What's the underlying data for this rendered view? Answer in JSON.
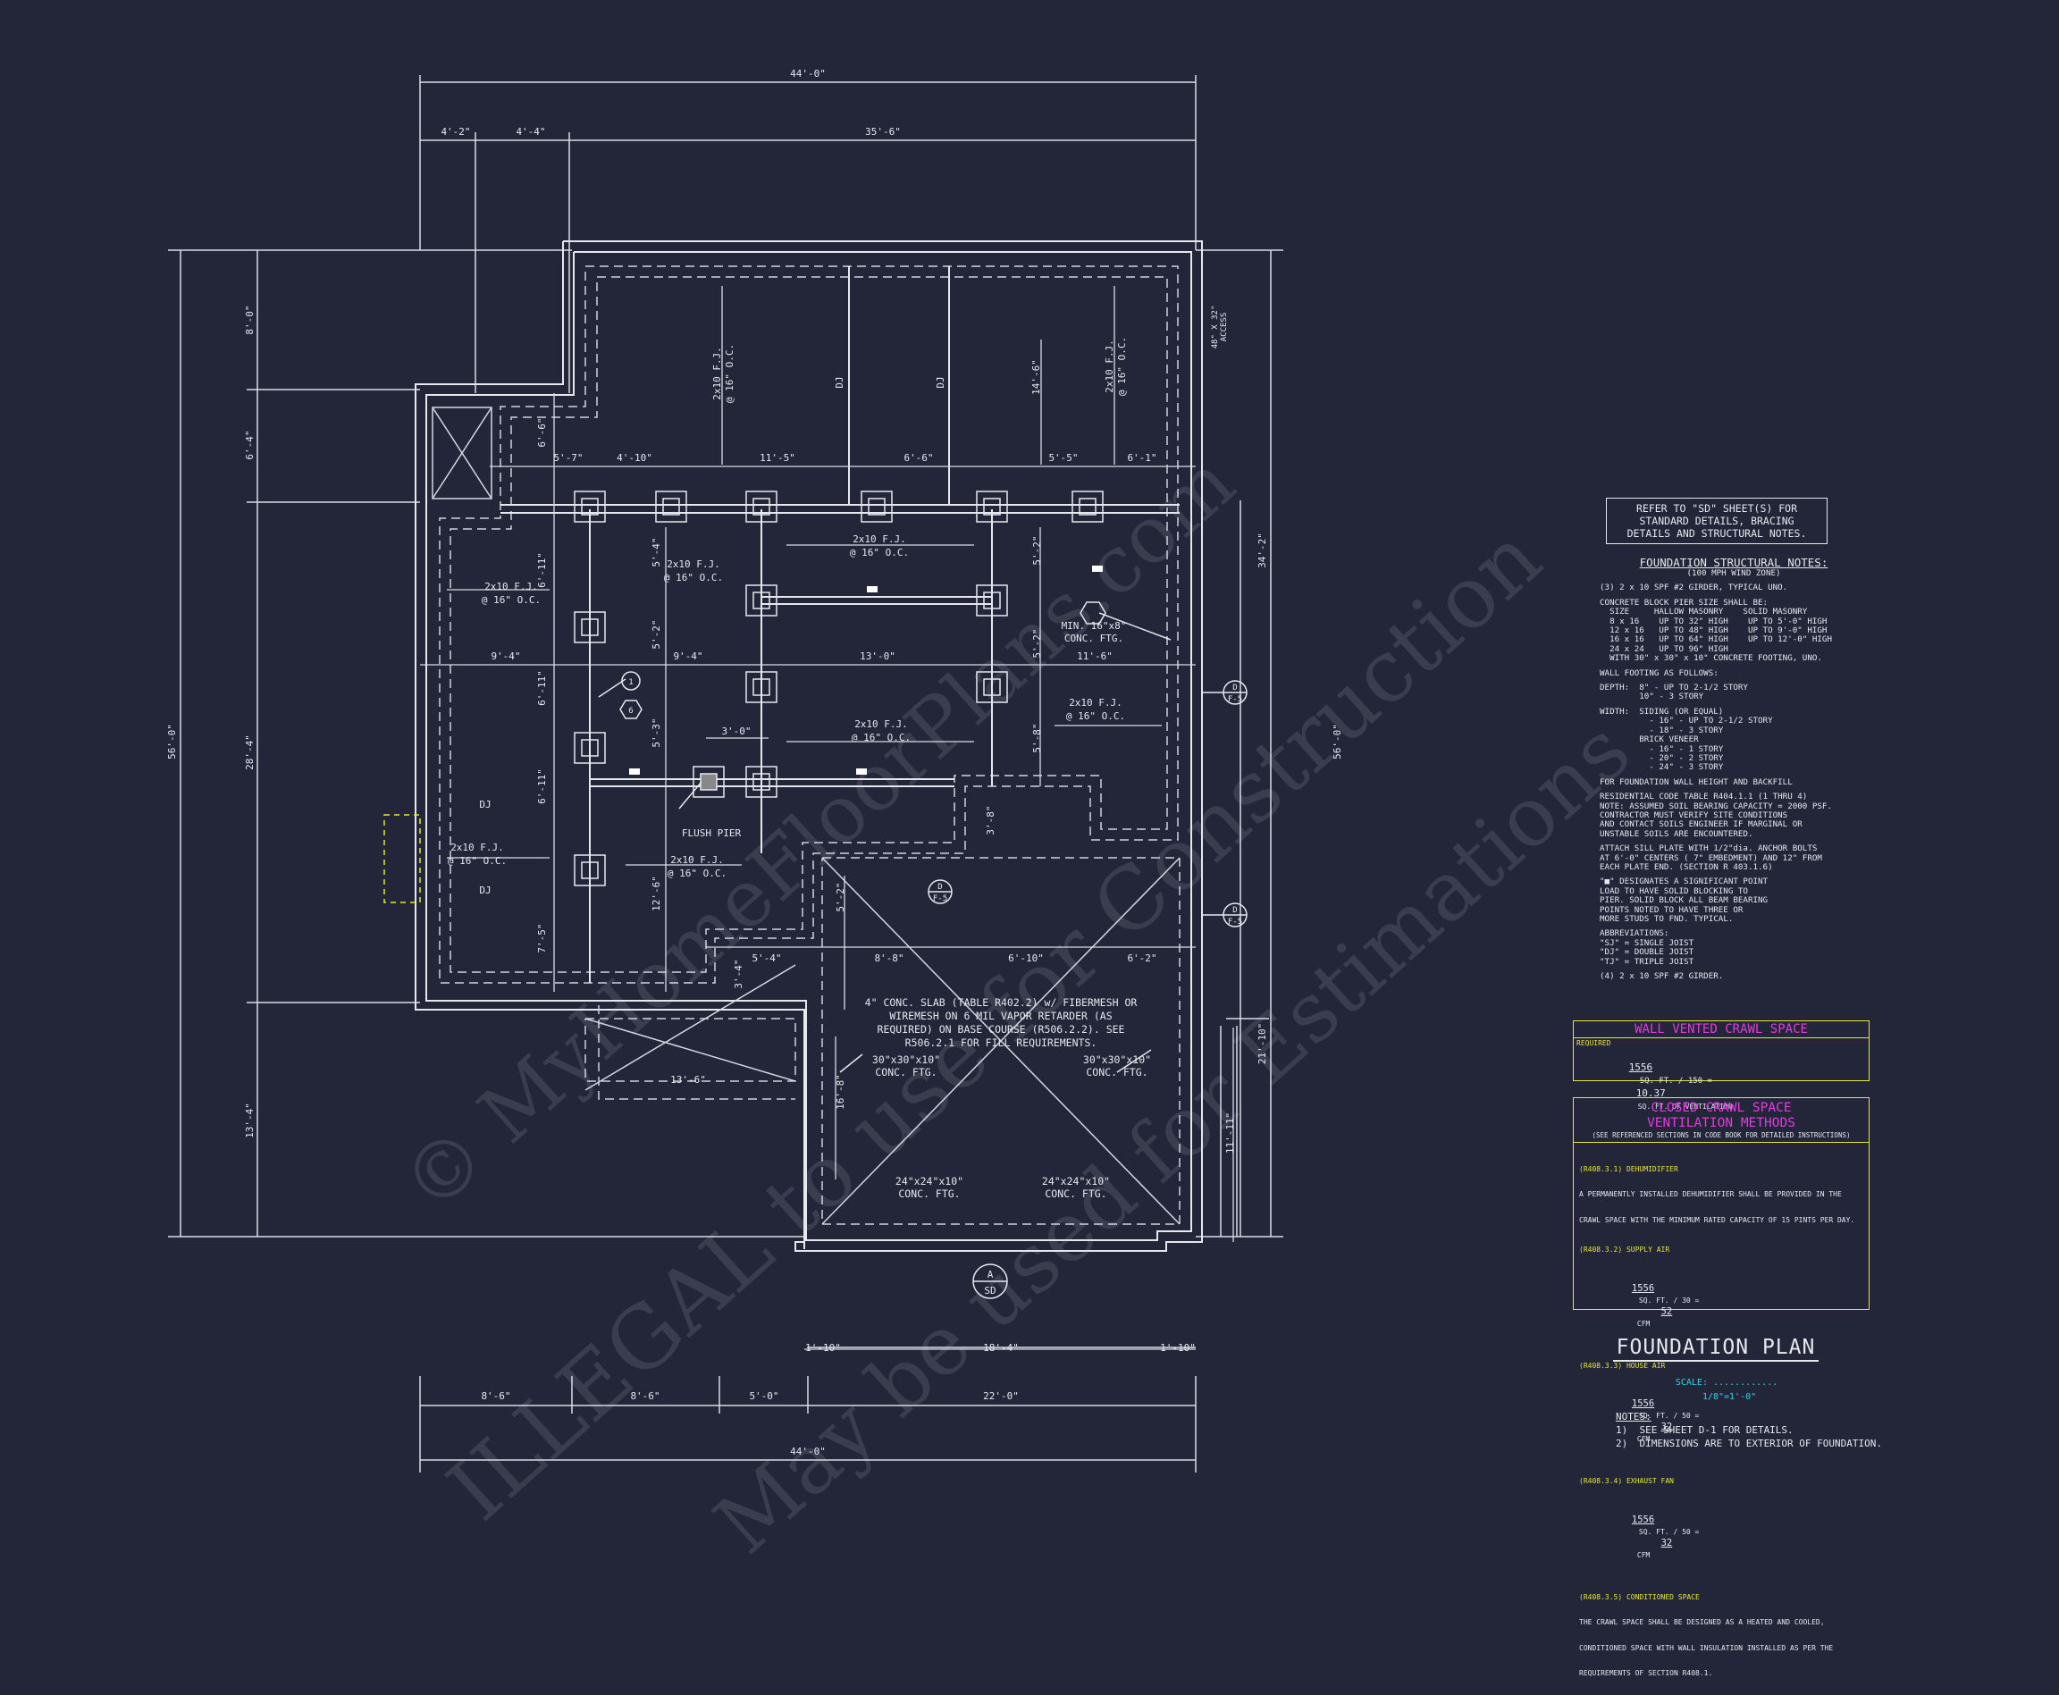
{
  "overall_dims": {
    "top": "44'-0\"",
    "bottom": "44'-0\"",
    "left": "56'-0\"",
    "right": "56'-0\""
  },
  "dims_top": [
    "4'-2\"",
    "4'-4\"",
    "35'-6\""
  ],
  "dims_bottom": [
    "8'-6\"",
    "8'-6\"",
    "5'-0\"",
    "22'-0\""
  ],
  "dims_left": [
    "8'-0\"",
    "6'-4\"",
    "28'-4\"",
    "13'-4\""
  ],
  "dims_right": [
    "34'-2\"",
    "21'-10\"",
    "11'-11\""
  ],
  "dims_interior": {
    "row1": [
      "5'-7\"",
      "4'-10\"",
      "11'-5\"",
      "6'-6\"",
      "5'-5\"",
      "6'-1\""
    ],
    "row2": [
      "9'-4\"",
      "9'-4\"",
      "13'-0\"",
      "11'-6\""
    ],
    "row3": [
      "8'-8\"",
      "6'-10\"",
      "6'-2\""
    ],
    "garage_bottom": [
      "1'-10\"",
      "18'-4\"",
      "1'-10\""
    ],
    "vertical": [
      "6'-6\"",
      "6'-11\"",
      "6'-11\"",
      "6'-11\"",
      "7'-5\"",
      "5'-4\"",
      "5'-2\"",
      "5'-3\"",
      "12'-6\"",
      "3'-0\"",
      "5'-2\"",
      "5'-2\"",
      "5'-8\"",
      "3'-8\"",
      "5'-2\"",
      "14'-6\"",
      "3'-4\"",
      "5'-4\"",
      "13'-6\"",
      "16'-8\""
    ]
  },
  "joists": {
    "fj_label": "2x10 F.J.",
    "oc_label": "@ 16\" O.C.",
    "dj": "DJ",
    "access": "48\" X 32\"",
    "access_sub": "ACCESS",
    "flush_pier": "FLUSH PIER",
    "footing": "MIN. 16\"x8\"",
    "footing_sub": "CONC. FTG."
  },
  "slab_note": [
    "4\" CONC. SLAB (TABLE R402.2) w/ FIBERMESH OR",
    "WIREMESH ON 6 MIL VAPOR RETARDER (AS",
    "REQUIRED) ON BASE COURSE (R506.2.2). SEE",
    "R506.2.1 FOR FILL REQUIREMENTS."
  ],
  "ftg_labels": {
    "a": "30\"x30\"x10\"",
    "b": "24\"x24\"x10\"",
    "conc": "CONC. FTG."
  },
  "section_marks": {
    "d": "D",
    "f5": "F-5",
    "a": "A",
    "sd": "SD",
    "one": "1",
    "six": "6"
  },
  "refer_box": [
    "REFER TO \"SD\" SHEET(S) FOR",
    "STANDARD DETAILS, BRACING",
    "DETAILS AND STRUCTURAL NOTES."
  ],
  "structural_notes": {
    "title": "FOUNDATION STRUCTURAL NOTES:",
    "subtitle": "(100 MPH WIND ZONE)",
    "lines": [
      "(3) 2 x 10 SPF #2 GIRDER, TYPICAL UNO.",
      "CONCRETE BLOCK PIER SIZE SHALL BE:",
      "  SIZE     HALLOW MASONRY    SOLID MASONRY",
      "  8 x 16    UP TO 32\" HIGH    UP TO 5'-0\" HIGH",
      "  12 x 16   UP TO 48\" HIGH    UP TO 9'-0\" HIGH",
      "  16 x 16   UP TO 64\" HIGH    UP TO 12'-0\" HIGH",
      "  24 x 24   UP TO 96\" HIGH",
      "  WITH 30\" x 30\" x 10\" CONCRETE FOOTING, UNO.",
      "WALL FOOTING AS FOLLOWS:",
      "DEPTH:  8\" - UP TO 2-1/2 STORY",
      "        10\" - 3 STORY",
      "WIDTH:  SIDING (OR EQUAL)",
      "          - 16\" - UP TO 2-1/2 STORY",
      "          - 18\" - 3 STORY",
      "        BRICK VENEER",
      "          - 16\" - 1 STORY",
      "          - 20\" - 2 STORY",
      "          - 24\" - 3 STORY",
      "FOR FOUNDATION WALL HEIGHT AND BACKFILL",
      "RESIDENTIAL CODE TABLE R404.1.1 (1 THRU 4)",
      "NOTE: ASSUMED SOIL BEARING CAPACITY = 2000 PSF.",
      "CONTRACTOR MUST VERIFY SITE CONDITIONS",
      "AND CONTACT SOILS ENGINEER IF MARGINAL OR",
      "UNSTABLE SOILS ARE ENCOUNTERED.",
      "ATTACH SILL PLATE WITH 1/2\"dia. ANCHOR BOLTS",
      "AT 6'-0\" CENTERS ( 7\" EMBEDMENT) AND 12\" FROM",
      "EACH PLATE END. (SECTION R 403.1.6)",
      "\"■\" DESIGNATES A SIGNIFICANT POINT",
      "LOAD TO HAVE SOLID BLOCKING TO",
      "PIER. SOLID BLOCK ALL BEAM BEARING",
      "POINTS NOTED TO HAVE THREE OR",
      "MORE STUDS TO FND. TYPICAL.",
      "ABBREVIATIONS:",
      "\"SJ\" = SINGLE JOIST",
      "\"DJ\" = DOUBLE JOIST",
      "\"TJ\" = TRIPLE JOIST",
      "(4) 2 x 10 SPF #2 GIRDER."
    ]
  },
  "vented": {
    "title": "WALL VENTED CRAWL SPACE",
    "required": "REQUIRED",
    "sqft": "1556",
    "div": "SQ. FT. / 150 =",
    "result": "10.37",
    "unit": "SQ. FT. OF VENTILATION"
  },
  "closed": {
    "title1": "CLOSED CRAWL SPACE",
    "title2": "VENTILATION METHODS",
    "ref": "(SEE REFERENCED SECTIONS IN CODE BOOK FOR DETAILED INSTRUCTIONS)",
    "dehum_code": "(R408.3.1) DEHUMIDIFIER",
    "dehum_text1": "A PERMANENTLY INSTALLED DEHUMIDIFIER SHALL BE PROVIDED IN THE",
    "dehum_text2": "CRAWL SPACE WITH THE MINIMUM RATED CAPACITY OF 15 PINTS PER DAY.",
    "supply_code": "(R408.3.2) SUPPLY AIR",
    "supply_sqft": "1556",
    "supply_div": "SQ. FT. / 30 =",
    "supply_val": "52",
    "cfm": "CFM",
    "house_code": "(R408.3.3) HOUSE AIR",
    "house_sqft": "1556",
    "house_div": "SQ. FT. / 50 =",
    "house_val": "32",
    "exhaust_code": "(R408.3.4) EXHAUST FAN",
    "exhaust_sqft": "1556",
    "exhaust_div": "SQ. FT. / 50 =",
    "exhaust_val": "32",
    "cond_code": "(R408.3.5) CONDITIONED SPACE",
    "cond_text1": "THE CRAWL SPACE SHALL BE DESIGNED AS A HEATED AND COOLED,",
    "cond_text2": "CONDITIONED SPACE WITH WALL INSULATION INSTALLED AS PER THE",
    "cond_text3": "REQUIREMENTS OF SECTION R408.1."
  },
  "title_block": {
    "title": "FOUNDATION PLAN",
    "scale_label": "SCALE: ............",
    "scale_value": "1/8\"=1'-0\""
  },
  "notes": {
    "header": "NOTES:",
    "n1": "1)  SEE SHEET D-1 FOR DETAILS.",
    "n2": "2)  DIMENSIONS ARE TO EXTERIOR OF FOUNDATION."
  },
  "watermarks": [
    "© MyHomeFloorPlans.com",
    "ILLEGAL to use for Construction",
    "May be used for Estimations"
  ],
  "colors": {
    "background": "#222638",
    "lines": "#e6e8ee",
    "yellow": "#e5e53a",
    "magenta": "#e23be0",
    "cyan": "#35d1e8"
  }
}
